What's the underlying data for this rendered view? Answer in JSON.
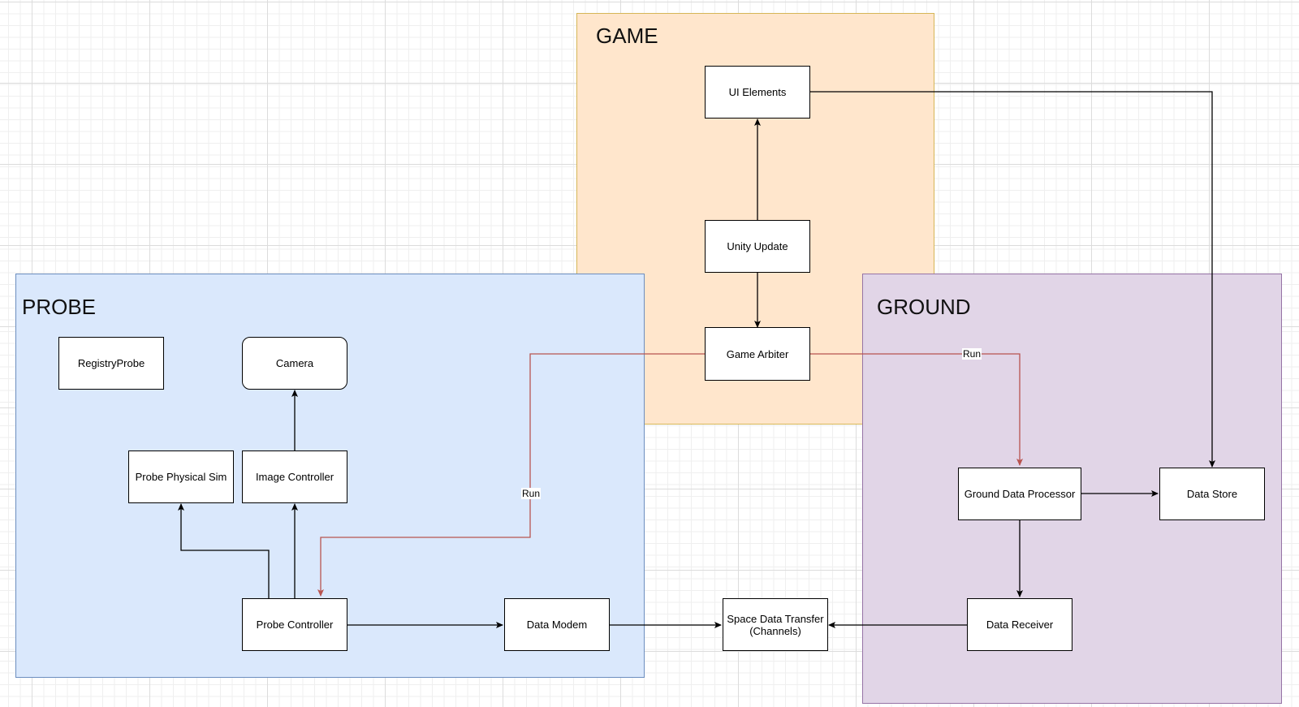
{
  "containers": {
    "game": {
      "title": "GAME",
      "fill": "#ffe6cc",
      "stroke": "#d6b656"
    },
    "probe": {
      "title": "PROBE",
      "fill": "#dae8fc",
      "stroke": "#6c8ebf"
    },
    "ground": {
      "title": "GROUND",
      "fill": "#e1d5e7",
      "stroke": "#9673a6"
    }
  },
  "nodes": {
    "ui_elements": "UI Elements",
    "unity_update": "Unity Update",
    "game_arbiter": "Game Arbiter",
    "registry_probe": "RegistryProbe",
    "camera": "Camera",
    "probe_physical_sim": "Probe Physical Sim",
    "image_controller": "Image Controller",
    "probe_controller": "Probe Controller",
    "data_modem": "Data Modem",
    "space_data_transfer": "Space Data Transfer\n(Channels)",
    "ground_data_processor": "Ground Data Processor",
    "data_store": "Data Store",
    "data_receiver": "Data Receiver"
  },
  "edge_labels": {
    "run_probe": "Run",
    "run_ground": "Run"
  },
  "colors": {
    "edge": "#000000",
    "run_edge": "#b85450"
  }
}
